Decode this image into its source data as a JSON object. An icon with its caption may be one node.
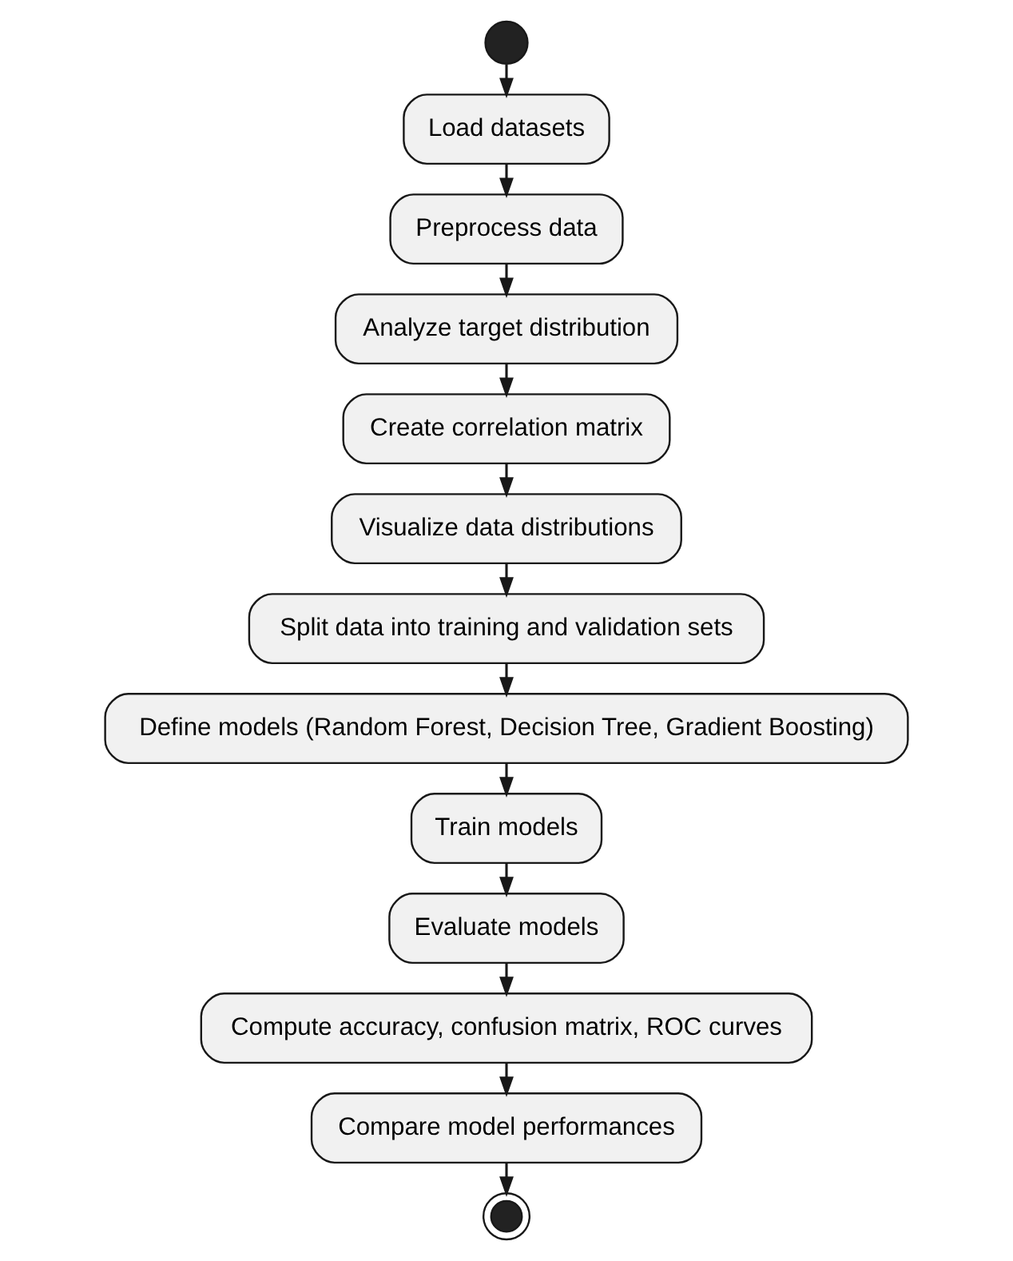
{
  "diagram": {
    "nodes": [
      {
        "text": [],
        "shape": "circle"
      },
      {
        "text": [
          "Load datasets"
        ]
      },
      {
        "text": [
          "Preprocess data"
        ]
      },
      {
        "text": [
          "Analyze target distribution"
        ]
      },
      {
        "text": [
          "Create correlation matrix"
        ]
      },
      {
        "text": [
          "Visualize data distributions"
        ]
      },
      {
        "text": [
          "Split data into training and validation sets"
        ]
      },
      {
        "text": [
          "Define models (Random Forest, Decision Tree, Gradient Boosting)"
        ]
      },
      {
        "text": [
          "Train models"
        ]
      },
      {
        "text": [
          "Evaluate models"
        ]
      },
      {
        "text": [
          "Compute accuracy, confusion matrix, ROC curves"
        ]
      },
      {
        "text": [
          "Compare model performances"
        ]
      },
      {
        "text": [],
        "shape": "circle"
      }
    ],
    "edges": [
      {
        "from": 0,
        "to": 1,
        "arrow": "to"
      },
      {
        "from": 1,
        "to": 2,
        "arrow": "to"
      },
      {
        "from": 2,
        "to": 3,
        "arrow": "to"
      },
      {
        "from": 3,
        "to": 4,
        "arrow": "to"
      },
      {
        "from": 4,
        "to": 5,
        "arrow": "to"
      },
      {
        "from": 5,
        "to": 6,
        "arrow": "to"
      },
      {
        "from": 6,
        "to": 7,
        "arrow": "to"
      },
      {
        "from": 7,
        "to": 8,
        "arrow": "to"
      },
      {
        "from": 8,
        "to": 9,
        "arrow": "to"
      },
      {
        "from": 9,
        "to": 10,
        "arrow": "to"
      },
      {
        "from": 10,
        "to": 11,
        "arrow": "to"
      },
      {
        "from": 11,
        "to": 12,
        "arrow": "to"
      }
    ]
  }
}
